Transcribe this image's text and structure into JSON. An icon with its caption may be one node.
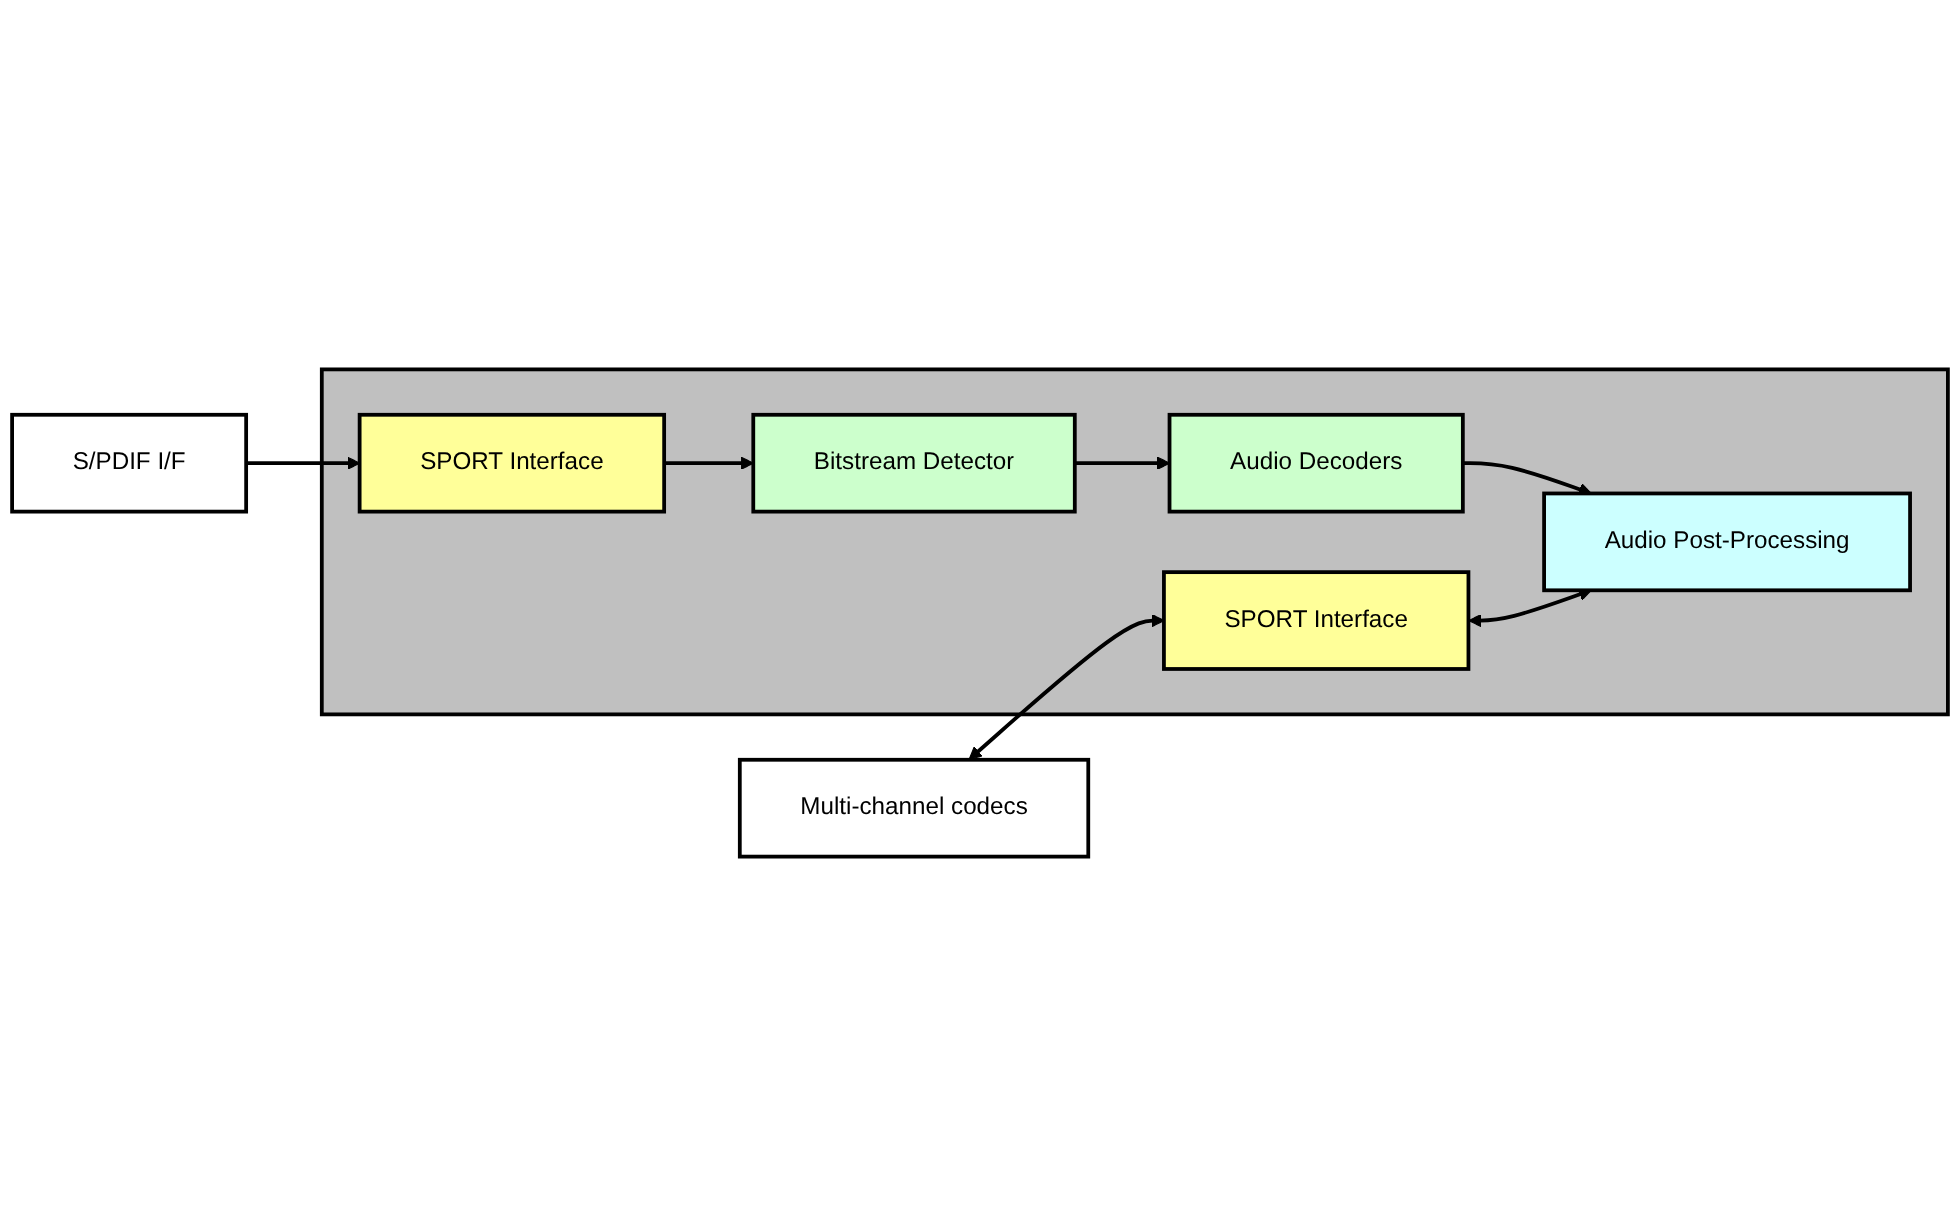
{
  "diagram": {
    "nodes": [
      {
        "text": [
          "S/PDIF I/F"
        ]
      },
      {
        "text": [],
        "shape": "box"
      },
      {
        "text": [
          "SPORT Interface"
        ],
        "in": 1
      },
      {
        "text": [
          "Bitstream Detector"
        ],
        "in": 1
      },
      {
        "text": [
          "Audio Decoders"
        ],
        "in": 1
      },
      {
        "text": [
          "Audio Post-Processing"
        ],
        "in": 1
      },
      {
        "text": [
          "Multi-channel codecs"
        ]
      },
      {
        "text": [
          "SPORT Interface"
        ],
        "in": 1
      }
    ],
    "edges": [
      {
        "from": 0,
        "to": 2,
        "arrow": "to"
      },
      {
        "from": 2,
        "to": 3,
        "arrow": "to"
      },
      {
        "from": 3,
        "to": 4,
        "arrow": "to"
      },
      {
        "from": 4,
        "to": 5,
        "arrow": "to"
      },
      {
        "from": 6,
        "to": 7,
        "arrow": "both"
      },
      {
        "from": 7,
        "to": 5,
        "arrow": "both"
      }
    ]
  }
}
